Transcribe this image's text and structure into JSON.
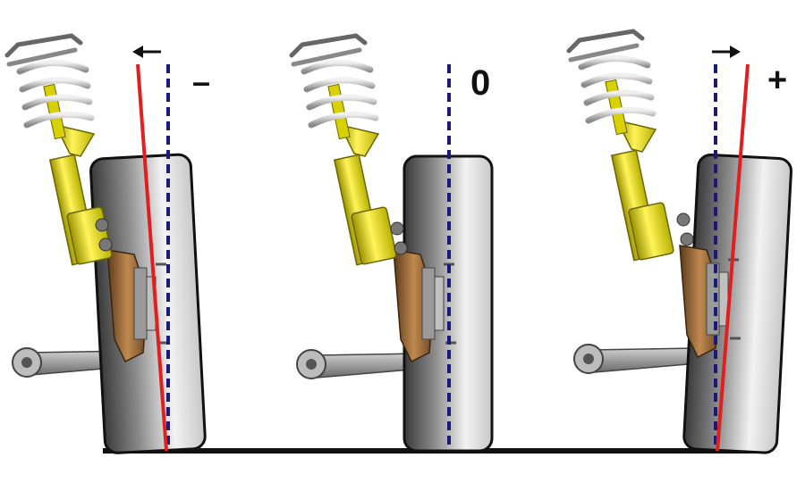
{
  "diagram": {
    "panels": [
      {
        "id": "negative",
        "label": "–",
        "arrow": "left-arrow-icon",
        "tilt_degrees": -3
      },
      {
        "id": "zero",
        "label": "0",
        "arrow": "",
        "tilt_degrees": 0
      },
      {
        "id": "positive",
        "label": "+",
        "arrow": "right-arrow-icon",
        "tilt_degrees": 3
      }
    ],
    "colors": {
      "tire_dark": "#2a2a2a",
      "tire_light": "#f4f4f4",
      "strut_yellow": "#e8e000",
      "spring_gray": "#b8b8b8",
      "knuckle_brown": "#9a6a3a",
      "control_arm": "#8a8a8a",
      "camber_line": "#e02020",
      "vertical_ref": "#1a1a7a",
      "ground": "#111111"
    }
  }
}
